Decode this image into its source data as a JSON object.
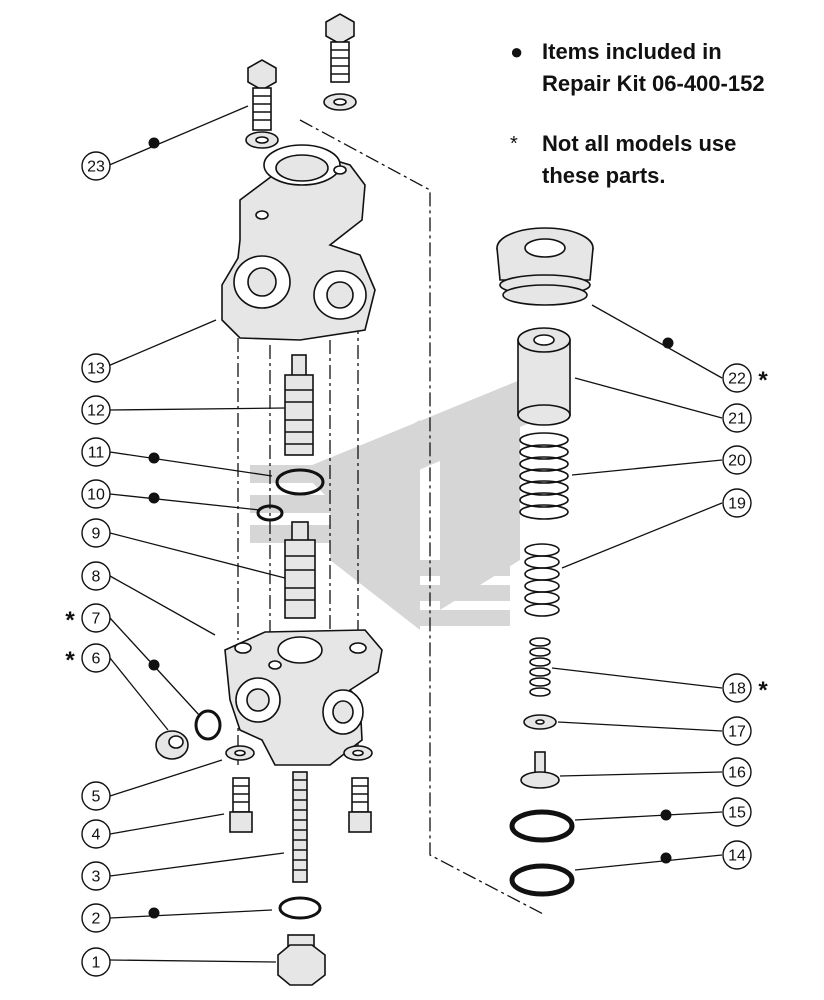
{
  "legend": {
    "bullet_symbol": "●",
    "bullet_line1": "Items included in",
    "bullet_line2": "Repair Kit 06-400-152",
    "asterisk_symbol": "*",
    "asterisk_line1": "Not all models use",
    "asterisk_line2": "these parts."
  },
  "callouts": [
    {
      "id": "1",
      "label": "1",
      "kit": false,
      "optional": false
    },
    {
      "id": "2",
      "label": "2",
      "kit": true,
      "optional": false
    },
    {
      "id": "3",
      "label": "3",
      "kit": false,
      "optional": false
    },
    {
      "id": "4",
      "label": "4",
      "kit": false,
      "optional": false
    },
    {
      "id": "5",
      "label": "5",
      "kit": false,
      "optional": false
    },
    {
      "id": "6",
      "label": "6",
      "kit": false,
      "optional": true
    },
    {
      "id": "7",
      "label": "7",
      "kit": true,
      "optional": true
    },
    {
      "id": "8",
      "label": "8",
      "kit": false,
      "optional": false
    },
    {
      "id": "9",
      "label": "9",
      "kit": false,
      "optional": false
    },
    {
      "id": "10",
      "label": "10",
      "kit": true,
      "optional": false
    },
    {
      "id": "11",
      "label": "11",
      "kit": true,
      "optional": false
    },
    {
      "id": "12",
      "label": "12",
      "kit": false,
      "optional": false
    },
    {
      "id": "13",
      "label": "13",
      "kit": false,
      "optional": false
    },
    {
      "id": "14",
      "label": "14",
      "kit": true,
      "optional": false
    },
    {
      "id": "15",
      "label": "15",
      "kit": true,
      "optional": false
    },
    {
      "id": "16",
      "label": "16",
      "kit": false,
      "optional": false
    },
    {
      "id": "17",
      "label": "17",
      "kit": false,
      "optional": false
    },
    {
      "id": "18",
      "label": "18",
      "kit": false,
      "optional": true
    },
    {
      "id": "19",
      "label": "19",
      "kit": false,
      "optional": false
    },
    {
      "id": "20",
      "label": "20",
      "kit": false,
      "optional": false
    },
    {
      "id": "21",
      "label": "21",
      "kit": false,
      "optional": false
    },
    {
      "id": "22",
      "label": "22",
      "kit": true,
      "optional": true
    },
    {
      "id": "23",
      "label": "23",
      "kit": true,
      "optional": false
    }
  ],
  "asterisk_mark": "*",
  "colors": {
    "ink": "#111111",
    "part_fill": "#e6e6e6",
    "watermark": "#c9c9c9"
  }
}
